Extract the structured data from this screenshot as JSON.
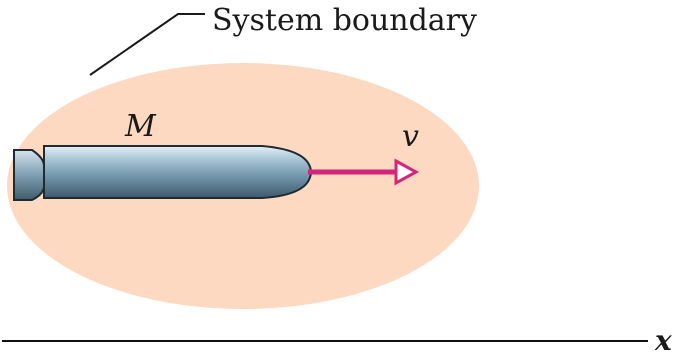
{
  "diagram": {
    "system_boundary_label": "System boundary",
    "mass_label": "M",
    "velocity_label": "v",
    "axis_label": "x"
  },
  "colors": {
    "boundary_fill": "#fcd9c0",
    "velocity_arrow": "#d6247a",
    "projectile_body": "#7fa3b8",
    "projectile_outline": "#1f2a33",
    "axis_line": "#111111",
    "text": "#1a1a1a"
  }
}
